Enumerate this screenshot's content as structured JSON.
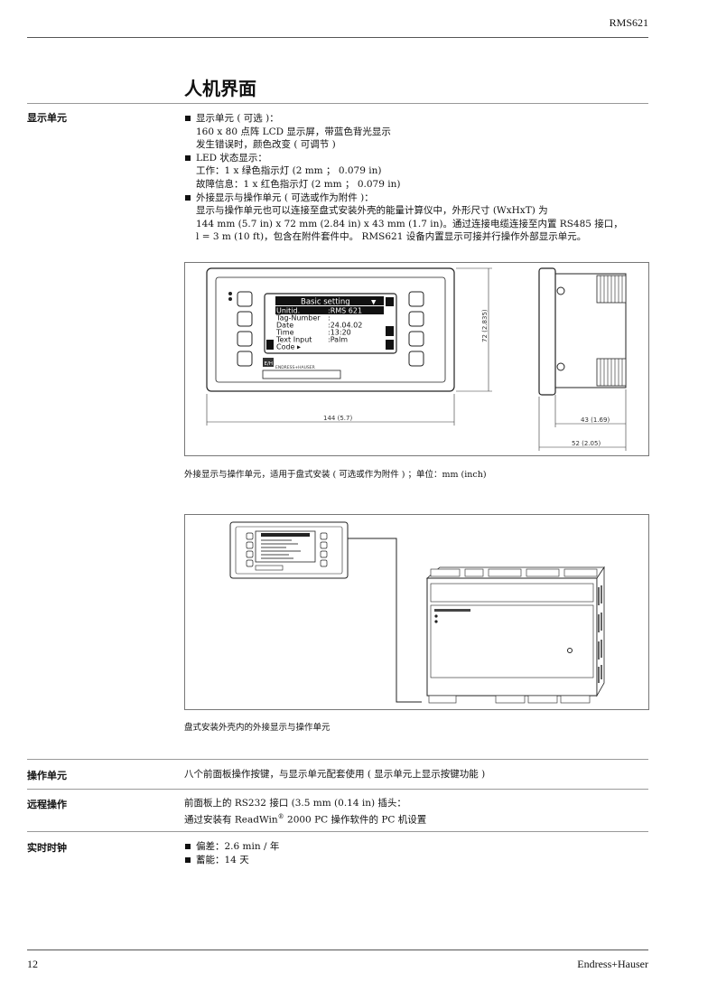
{
  "header": {
    "model": "RMS621"
  },
  "section_title": "人机界面",
  "display": {
    "label": "显示单元",
    "b1": "显示单元 ( 可选 )：",
    "b1_l2": "160 x 80 点阵 LCD 显示屏，带蓝色背光显示",
    "b1_l3": "发生错误时，颜色改变 ( 可调节 )",
    "b2": "LED 状态显示：",
    "b2_l2": "工作：1 x 绿色指示灯 (2 mm ； 0.079 in)",
    "b2_l3": "故障信息：1 x 红色指示灯 (2 mm ； 0.079 in)",
    "b3": "外接显示与操作单元 ( 可选或作为附件 )：",
    "b3_l2": "显示与操作单元也可以连接至盘式安装外壳的能量计算仪中，外形尺寸 (WxHxT) 为",
    "b3_l3": "144 mm (5.7 in) x 72 mm (2.84 in) x 43 mm (1.7 in)。通过连接电缆连接至内置 RS485 接口，",
    "b3_l4": "l = 3 m (10 ft)，包含在附件套件中。 RMS621 设备内置显示可接并行操作外部显示单元。"
  },
  "figure1": {
    "screen_title": "Basic setting",
    "screen_rows": [
      {
        "k": "Unitid.",
        "v": ":RMS 621"
      },
      {
        "k": "Tag-Number",
        "v": ":"
      },
      {
        "k": "Date",
        "v": ":24.04.02"
      },
      {
        "k": "Time",
        "v": ":13:20"
      },
      {
        "k": "Text Input",
        "v": ":Palm"
      },
      {
        "k": "Code ▸",
        "v": ""
      }
    ],
    "brand_tag": "E/H",
    "brand_text": "ENDRESS+HAUSER",
    "dim_width": "144 (5.7)",
    "dim_height": "72 (2.835)",
    "dim_depth1": "43 (1.69)",
    "dim_depth2": "52 (2.05)",
    "caption": "外接显示与操作单元，适用于盘式安装 ( 可选或作为附件 ) ；单位：mm (inch)"
  },
  "figure2": {
    "caption": "盘式安装外壳内的外接显示与操作单元"
  },
  "operation": {
    "label": "操作单元",
    "text": "八个前面板操作按键，与显示单元配套使用 ( 显示单元上显示按键功能 )"
  },
  "remote": {
    "label": "远程操作",
    "l1": "前面板上的 RS232 接口 (3.5 mm (0.14 in) 插头：",
    "l2_pre": "通过安装有 ReadWin",
    "l2_sup": "®",
    "l2_post": " 2000 PC 操作软件的 PC 机设置"
  },
  "clock": {
    "label": "实时时钟",
    "b1": "偏差：2.6 min / 年",
    "b2": "蓄能：14 天"
  },
  "footer": {
    "page": "12",
    "brand": "Endress+Hauser"
  }
}
